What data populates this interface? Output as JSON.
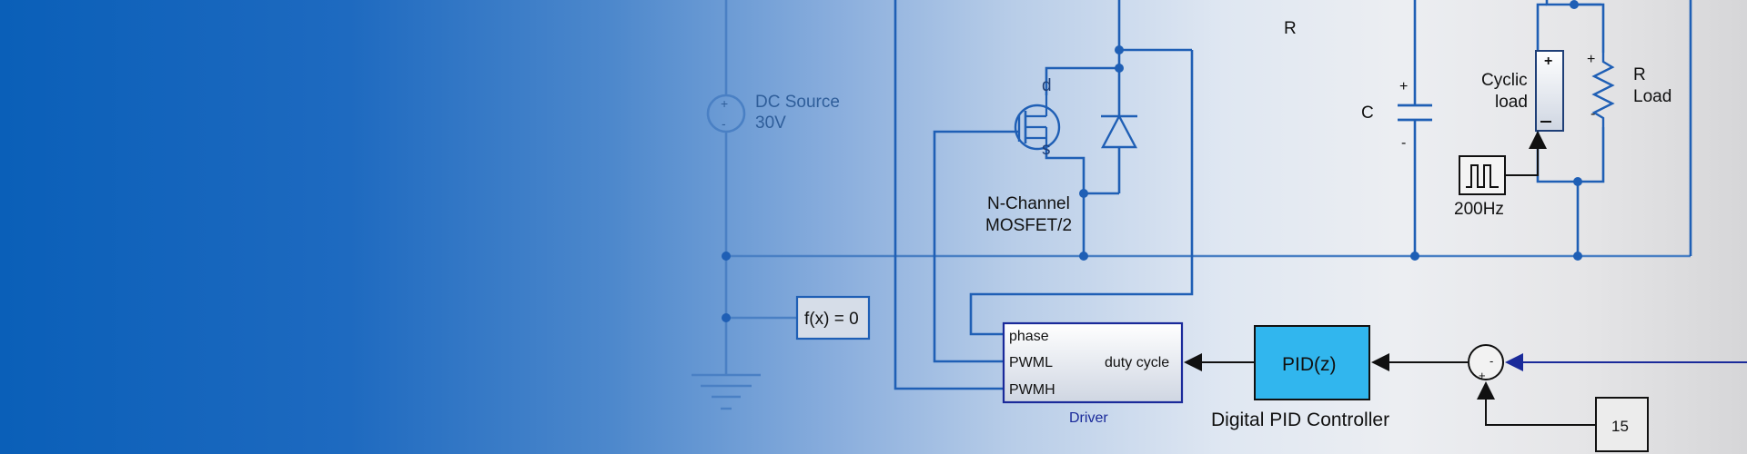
{
  "diagram": {
    "dc_source": {
      "name": "DC Source",
      "value": "30V"
    },
    "mosfet": {
      "drain": "d",
      "source": "s",
      "name": "N-Channel",
      "model": "MOSFET/2"
    },
    "resistor_top": "R",
    "capacitor": {
      "name": "C",
      "plus": "+",
      "minus": "-"
    },
    "cyclic_load": {
      "line1": "Cyclic",
      "line2": "load",
      "plus": "+"
    },
    "pulse": "200Hz",
    "r_load": {
      "line1": "R",
      "line2": "Load",
      "plus": "+",
      "minus": "-"
    },
    "solver": "f(x) = 0",
    "driver": {
      "title": "Driver",
      "ports_in": [
        "phase",
        "PWML",
        "PWMH"
      ],
      "port_out": "duty cycle"
    },
    "pid": {
      "block": "PID(z)",
      "caption": "Digital PID Controller"
    },
    "sum": {
      "plus": "+",
      "minus": "-"
    },
    "constant": "15"
  }
}
